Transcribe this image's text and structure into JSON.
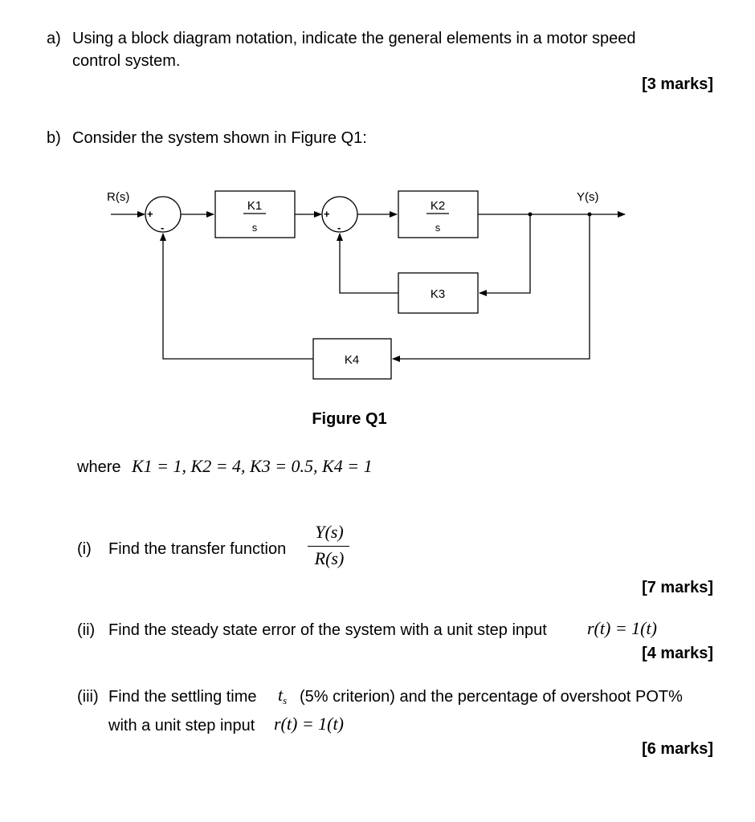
{
  "part_a": {
    "label": "a)",
    "line1": "Using a block diagram notation, indicate the general elements in a motor speed",
    "line2": "control system.",
    "marks": "[3 marks]"
  },
  "part_b": {
    "label": "b)",
    "intro": "Consider the system shown in Figure Q1:"
  },
  "diagram": {
    "input_label": "R(s)",
    "output_label": "Y(s)",
    "plus": "+",
    "minus": "-",
    "block_k1": {
      "num": "K1",
      "den": "s"
    },
    "block_k2": {
      "num": "K2",
      "den": "s"
    },
    "block_k3": "K3",
    "block_k4": "K4",
    "caption": "Figure Q1"
  },
  "where": {
    "prefix": "where",
    "equation": "K1 = 1, K2 = 4, K3 = 0.5, K4 = 1"
  },
  "q_i": {
    "label": "(i)",
    "text": "Find the transfer function",
    "frac_num": "Y(s)",
    "frac_den": "R(s)",
    "marks": "[7 marks]"
  },
  "q_ii": {
    "label": "(ii)",
    "text": "Find the steady state error of the system with a unit step input",
    "math": "r(t) = 1(t)",
    "marks": "[4 marks]"
  },
  "q_iii": {
    "label": "(iii)",
    "text_pre": "Find the settling time",
    "ts": "ts",
    "text_post": "(5% criterion) and the percentage of overshoot POT%",
    "line2": "with a unit step input",
    "math": "r(t) = 1(t)",
    "marks": "[6 marks]"
  }
}
